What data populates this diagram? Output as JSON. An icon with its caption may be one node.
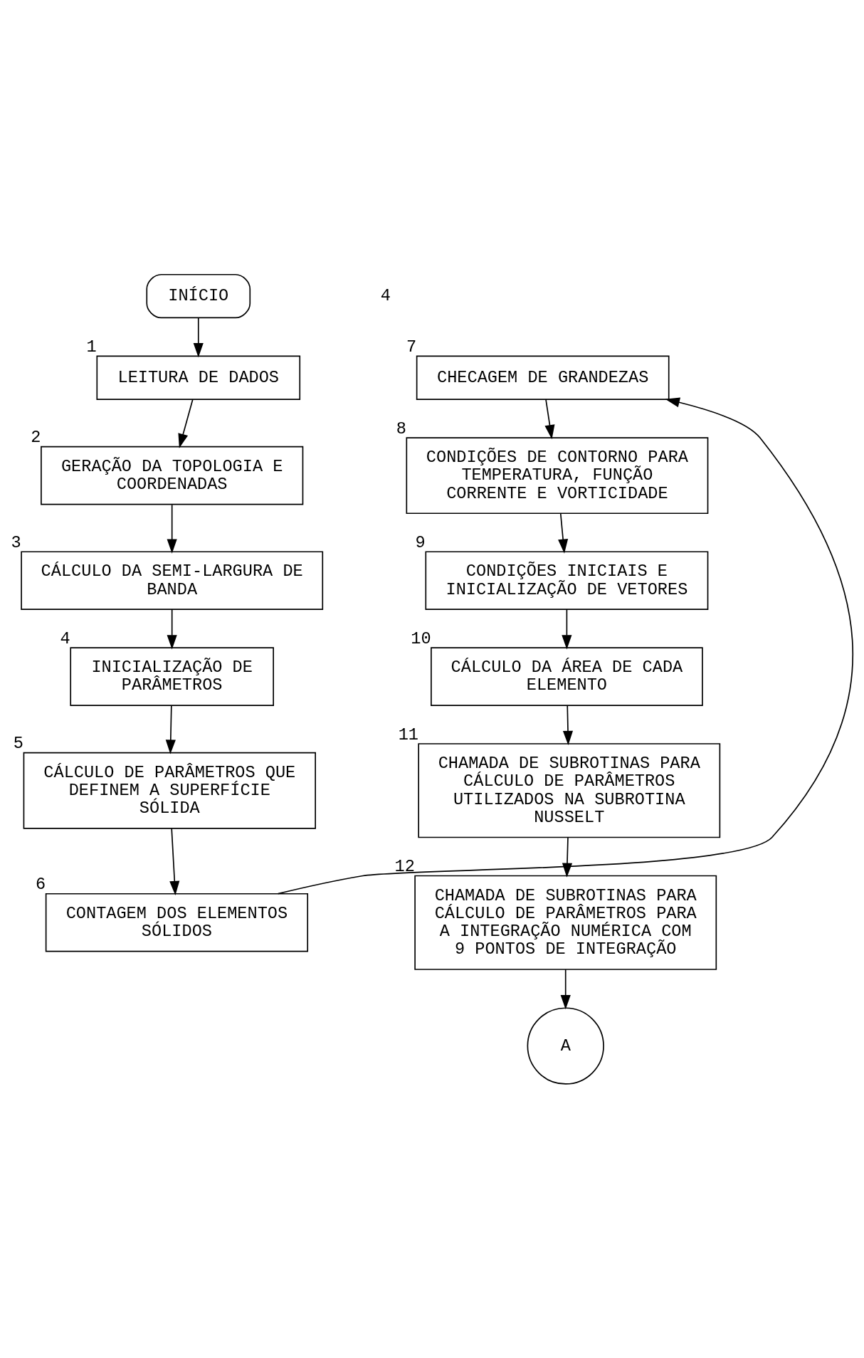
{
  "diagram": {
    "nodes": [
      {
        "text": [
          "INÍCIO"
        ]
      },
      {
        "text": [
          "LEITURA DE DADOS"
        ],
        "beside": [
          "1"
        ]
      },
      {
        "text": [
          "GERAÇÃO DA TOPOLOGIA E COORDENADAS"
        ],
        "beside": [
          "2"
        ]
      },
      {
        "text": [
          "CÁLCULO DA SEMI-LARGURA DE BANDA"
        ],
        "beside": [
          "3"
        ]
      },
      {
        "text": [
          "INICIALIZAÇÃO DE PARÂMETROS"
        ],
        "beside": [
          "4"
        ]
      },
      {
        "text": [
          "CÁLCULO DE PARÂMETROS QUE DEFINEM A SUPERFÍCIE SÓLIDA"
        ],
        "beside": [
          "5"
        ]
      },
      {
        "text": [
          "CONTAGEM DOS ELEMENTOS SÓLIDOS"
        ],
        "beside": [
          "6"
        ]
      },
      {
        "text": [
          "CHECAGEM DE GRANDEZAS"
        ],
        "beside": [
          "7"
        ]
      },
      {
        "text": [
          "CONDIÇÕES DE CONTORNO PARA TEMPERATURA, FUNÇÃO CORRENTE E VORTICIDADE"
        ],
        "beside": [
          "8"
        ]
      },
      {
        "text": [
          "CONDIÇÕES INICIAIS E INICIALIZAÇÃO DE VETORES"
        ],
        "beside": [
          "9"
        ]
      },
      {
        "text": [
          "CÁLCULO DA ÁREA DE CADA ELEMENTO"
        ],
        "beside": [
          "10"
        ]
      },
      {
        "text": [
          "CHAMADA DE SUBROTINAS PARA CÁLCULO DE PARÂMETROS UTILIZADOS NA SUBROTINA NUSSELT"
        ],
        "beside": [
          "11"
        ]
      },
      {
        "text": [
          "CHAMADA DE SUBROTINAS PARA CÁLCULO DE PARÂMETROS PARA A INTEGRAÇÃO NUMÉRICA COM 9 PONTOS DE INTEGRAÇÃO"
        ],
        "beside": [
          "12"
        ]
      },
      {
        "text": [
          "A"
        ]
      }
    ],
    "edges": [
      {
        "from": 0,
        "to": 1,
        "arrow": "to"
      },
      {
        "from": 1,
        "to": 2,
        "arrow": "to"
      },
      {
        "from": 2,
        "to": 3,
        "arrow": "to"
      },
      {
        "from": 3,
        "to": 4,
        "arrow": "to"
      },
      {
        "from": 4,
        "to": 5,
        "arrow": "to"
      },
      {
        "from": 5,
        "to": 6,
        "arrow": "to"
      },
      {
        "from": 6,
        "to": 7,
        "arrow": "to"
      },
      {
        "from": 7,
        "to": 8,
        "arrow": "to"
      },
      {
        "from": 8,
        "to": 9,
        "arrow": "to"
      },
      {
        "from": 9,
        "to": 10,
        "arrow": "to"
      },
      {
        "from": 10,
        "to": 11,
        "arrow": "to"
      },
      {
        "from": 11,
        "to": 12,
        "arrow": "to"
      },
      {
        "from": 12,
        "to": 13,
        "arrow": "to"
      }
    ],
    "labels": [
      "4"
    ]
  }
}
